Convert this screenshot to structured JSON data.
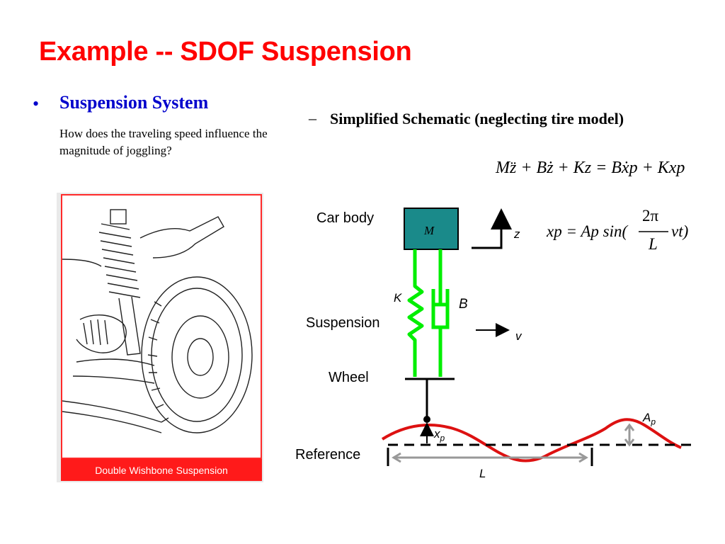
{
  "slide": {
    "title": "Example -- SDOF Suspension",
    "bullet": {
      "heading": "Suspension System",
      "body": "How does the traveling speed influence the magnitude of joggling?"
    },
    "sub_bullet": {
      "dash": "–",
      "text": "Simplified Schematic (neglecting tire model)"
    },
    "image": {
      "caption": "Double Wishbone Suspension"
    },
    "equations": {
      "motion": "Mz̈ + Bż + Kz = Bẋp + Kxp",
      "profile_lhs": "xp = Ap sin(",
      "profile_num": "2π",
      "profile_den": "L",
      "profile_rhs": "vt)"
    },
    "diagram": {
      "mass_label": "M",
      "car_body": "Car body",
      "suspension": "Suspension",
      "wheel": "Wheel",
      "reference": "Reference",
      "k": "K",
      "b": "B",
      "z": "z",
      "v": "v",
      "xp": "x",
      "xp_sub": "p",
      "ap": "A",
      "ap_sub": "p",
      "l": "L",
      "colors": {
        "mass_fill": "#1a8a8a",
        "spring_green": "#00ee00",
        "road_red": "#dd1111",
        "dim_gray": "#999999"
      }
    }
  }
}
